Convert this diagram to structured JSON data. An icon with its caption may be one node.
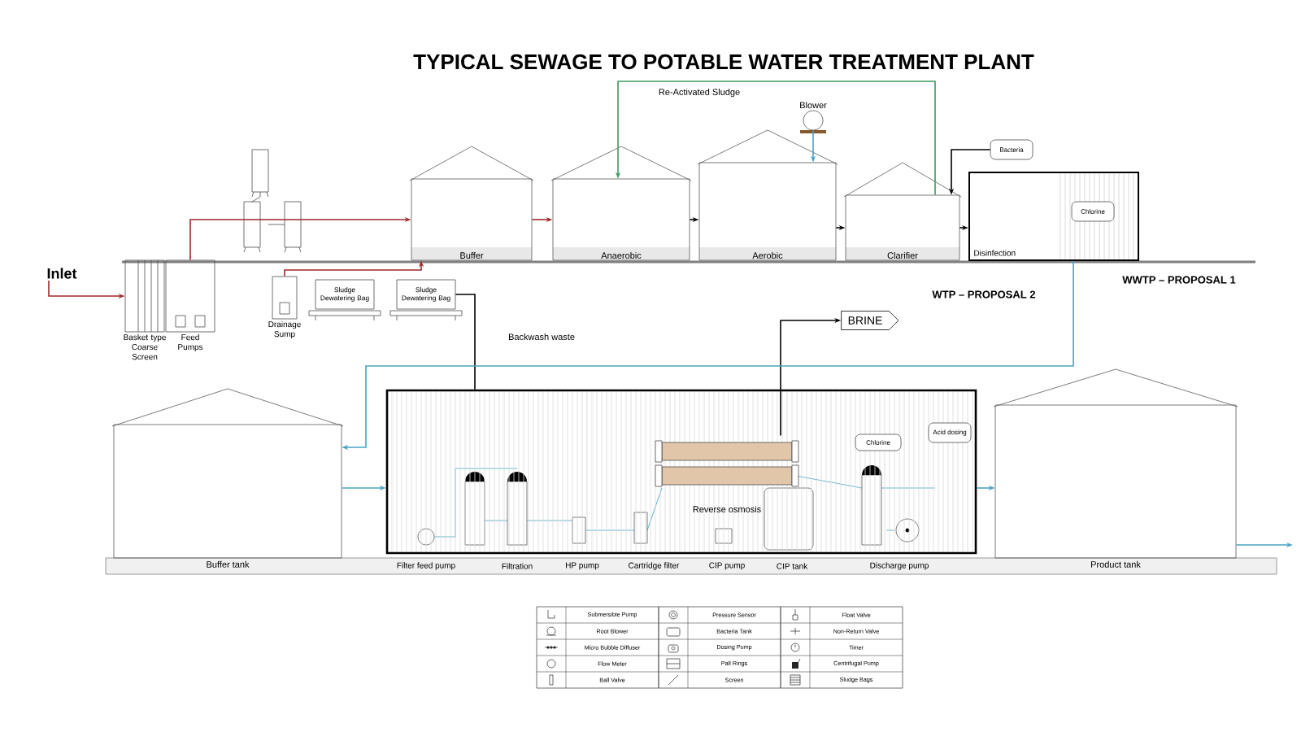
{
  "diagram": {
    "title": "TYPICAL SEWAGE TO POTABLE WATER TREATMENT PLANT",
    "nodes": [
      {
        "text": [
          "Inlet"
        ]
      },
      {
        "text": [
          "Basket type Coarse Screen"
        ]
      },
      {
        "text": [
          "Feed Pumps"
        ]
      },
      {
        "text": [
          "Buffer"
        ]
      },
      {
        "text": [
          "Anaerobic"
        ]
      },
      {
        "text": [
          "Aerobic"
        ]
      },
      {
        "text": [
          "Clarifier"
        ]
      },
      {
        "text": [
          "Disinfection"
        ]
      },
      {
        "text": [
          "Chlorine"
        ],
        "in": 7
      },
      {
        "text": [
          "Blower"
        ]
      },
      {
        "text": [
          "Bacteria"
        ]
      },
      {
        "text": [
          "Drainage Sump"
        ]
      },
      {
        "text": [
          "Sludge Dewatering Bag"
        ]
      },
      {
        "text": [
          "Sludge Dewatering Bag"
        ]
      },
      {
        "text": [
          "BRINE"
        ]
      },
      {
        "text": [
          "Buffer tank"
        ]
      },
      {
        "text": [],
        "shape": "box"
      },
      {
        "text": [
          "Reverse osmosis"
        ],
        "in": 16
      },
      {
        "text": [
          "Product tank"
        ]
      },
      {
        "text": [
          "Chlorine"
        ],
        "in": 16
      },
      {
        "text": [
          "Acid dosing"
        ],
        "in": 16
      }
    ],
    "edges": [
      {
        "from": 0,
        "to": 1,
        "arrow": "to",
        "color": "#a0282b"
      },
      {
        "from": 2,
        "to": 3,
        "arrow": "to",
        "color": "#a0282b"
      },
      {
        "from": 3,
        "to": 4,
        "arrow": "to",
        "color": "#a0282b"
      },
      {
        "from": 4,
        "to": 5,
        "arrow": "to"
      },
      {
        "from": 5,
        "to": 6,
        "arrow": "to"
      },
      {
        "from": 6,
        "to": 7,
        "arrow": "to"
      },
      {
        "from": 6,
        "to": 4,
        "arrow": "to",
        "label": "Re-Activated Sludge",
        "color": "#3c9a5f"
      },
      {
        "from": 9,
        "to": 5,
        "arrow": "to",
        "color": "#4aa3c2"
      },
      {
        "from": 10,
        "to": 6,
        "arrow": "to"
      },
      {
        "from": 11,
        "to": 3,
        "arrow": "to",
        "color": "#a0282b"
      },
      {
        "from": 16,
        "to": 13,
        "arrow": "none",
        "label": "Backwash waste"
      },
      {
        "from": 17,
        "to": 14,
        "arrow": "to"
      },
      {
        "from": 7,
        "to": 15,
        "arrow": "to",
        "color": "#4aa3c2"
      },
      {
        "from": 15,
        "to": 16,
        "arrow": "to",
        "color": "#4aa3c2"
      },
      {
        "from": 16,
        "to": 18,
        "arrow": "to",
        "color": "#4aa3c2"
      },
      {
        "from": 18,
        "to": null,
        "arrow": "to",
        "color": "#4aa3c2"
      }
    ],
    "labels": [
      "WWTP – PROPOSAL 1",
      "WTP – PROPOSAL 2",
      "Filter feed pump",
      "Filtration",
      "HP pump",
      "Cartridge filter",
      "CIP pump",
      "CIP tank",
      "Discharge pump"
    ],
    "legend": [
      {
        "text": "Submersible Pump"
      },
      {
        "text": "Root Blower"
      },
      {
        "text": "Micro Bubble Diffuser"
      },
      {
        "text": "Flow Meter"
      },
      {
        "text": "Ball Valve"
      },
      {
        "text": "Pressure Sensor"
      },
      {
        "text": "Bacteria Tank"
      },
      {
        "text": "Dosing Pump"
      },
      {
        "text": "Pall Rings"
      },
      {
        "text": "Screen"
      },
      {
        "text": "Float Valve"
      },
      {
        "text": "Non-Return Valve"
      },
      {
        "text": "Timer"
      },
      {
        "text": "Centrifugal Pump"
      },
      {
        "text": "Sludge Bags"
      }
    ]
  }
}
